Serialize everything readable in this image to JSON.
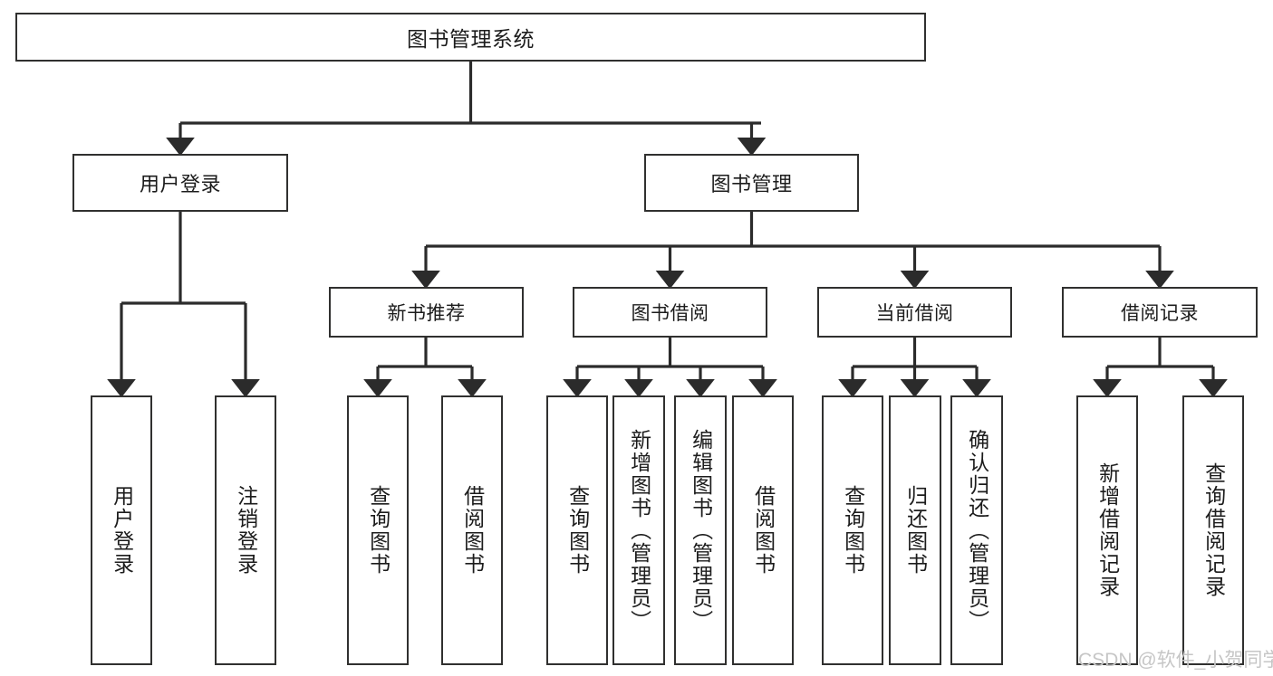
{
  "diagram": {
    "title": "图书管理系统",
    "watermark": "CSDN @软件_小贺同学",
    "colors": {
      "box_border": "#30302f",
      "box_fill": "#ffffff",
      "connector": "#2b2b2b",
      "text": "#1c1c1c",
      "watermark": "#c6c6c6",
      "background": "#ffffff"
    },
    "root": {
      "label": "图书管理系统"
    },
    "level2": [
      {
        "label": "用户登录"
      },
      {
        "label": "图书管理"
      }
    ],
    "level3": [
      {
        "label": "新书推荐"
      },
      {
        "label": "图书借阅"
      },
      {
        "label": "当前借阅"
      },
      {
        "label": "借阅记录"
      }
    ],
    "leaves": {
      "user_login": [
        {
          "label": "用户登录"
        },
        {
          "label": "注销登录"
        }
      ],
      "new_book_recommend": [
        {
          "label": "查询图书"
        },
        {
          "label": "借阅图书"
        }
      ],
      "book_borrow": [
        {
          "label": "查询图书"
        },
        {
          "label": "新增图书（管理员）"
        },
        {
          "label": "编辑图书（管理员）"
        },
        {
          "label": "借阅图书"
        }
      ],
      "current_borrow": [
        {
          "label": "查询图书"
        },
        {
          "label": "归还图书"
        },
        {
          "label": "确认归还（管理员）"
        }
      ],
      "borrow_record": [
        {
          "label": "新增借阅记录"
        },
        {
          "label": "查询借阅记录"
        }
      ]
    }
  }
}
